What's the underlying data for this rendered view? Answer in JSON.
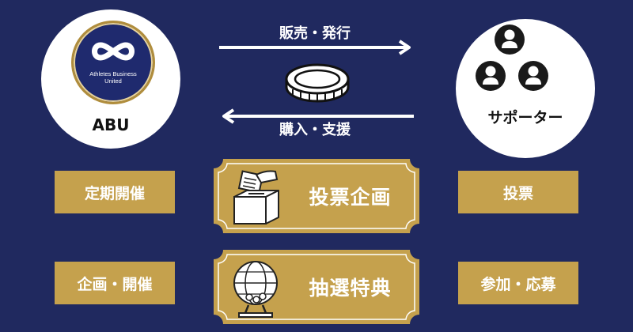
{
  "left_party": {
    "logo_line1": "Athletes Business",
    "logo_line2": "United",
    "label": "ABU"
  },
  "right_party": {
    "label": "サポーター",
    "icon": "people-group-icon"
  },
  "flows": {
    "to_supporter": "販売・発行",
    "to_abu": "購入・支援",
    "token_icon": "coin-icon"
  },
  "left_tags": [
    "定期開催",
    "企画・開催"
  ],
  "right_tags": [
    "投票",
    "参加・応募"
  ],
  "plates": [
    {
      "title": "投票企画",
      "icon": "ballot-box-icon"
    },
    {
      "title": "抽選特典",
      "icon": "lottery-drum-icon"
    }
  ],
  "colors": {
    "background": "#20295f",
    "gold": "#c5a14d",
    "white": "#ffffff"
  }
}
